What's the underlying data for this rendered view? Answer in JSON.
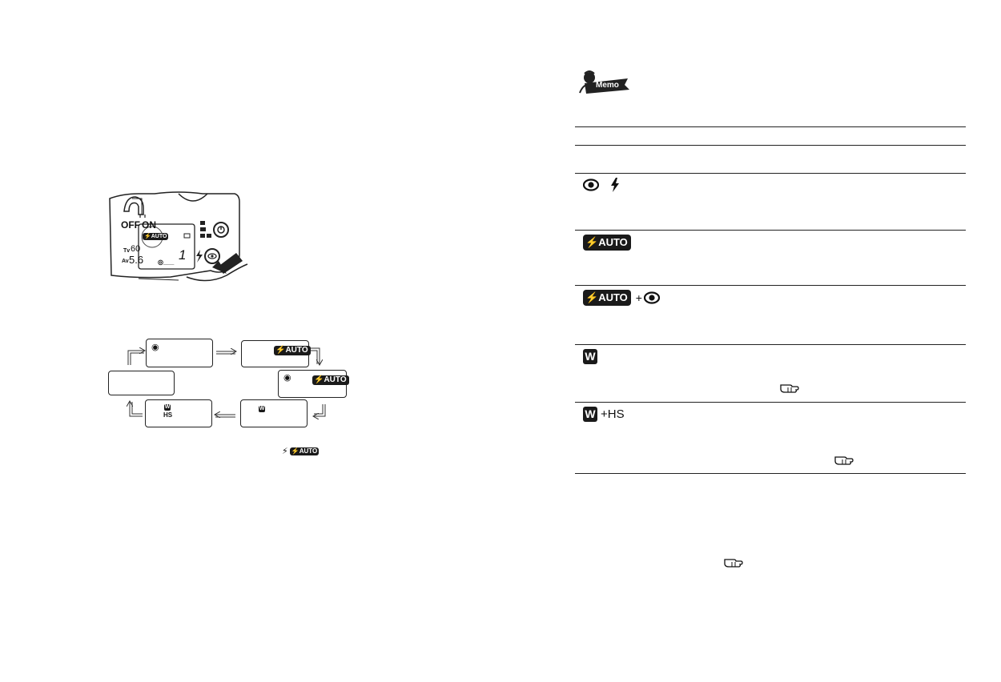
{
  "left_page": {
    "camera_figure": {
      "power_switch": {
        "off_label": "OFF",
        "on_label": "ON"
      },
      "lcd": {
        "flash_mode_badge": "AUTO",
        "tv_prefix": "Tv",
        "tv_value": "60",
        "av_prefix": "Av",
        "av_value": "5.6",
        "frame_counter": "1"
      }
    },
    "cycle_diagram": {
      "modes": [
        {
          "id": "red-eye",
          "badge": ""
        },
        {
          "id": "auto",
          "badge": "AUTO"
        },
        {
          "id": "auto-red-eye",
          "badge": "AUTO"
        },
        {
          "id": "wireless",
          "badge": "W"
        },
        {
          "id": "wireless-hs",
          "badge": "W",
          "suffix": "HS"
        },
        {
          "id": "off",
          "badge": ""
        }
      ],
      "footnote_badge": "AUTO"
    }
  },
  "right_page": {
    "memo_label": "Memo",
    "table": {
      "rows": [
        {
          "id": "red-eye-manual",
          "icons": [
            "red-eye-icon",
            "flash-icon"
          ]
        },
        {
          "id": "auto",
          "badge": "AUTO"
        },
        {
          "id": "auto-red-eye",
          "badge": "AUTO",
          "plus": "+"
        },
        {
          "id": "wireless",
          "badge": "W"
        },
        {
          "id": "wireless-hs",
          "badge": "W",
          "suffix": "+HS"
        }
      ]
    }
  },
  "colors": {
    "ink": "#111111",
    "badge_bg": "#1a1a1a",
    "badge_text": "#ffffff"
  }
}
